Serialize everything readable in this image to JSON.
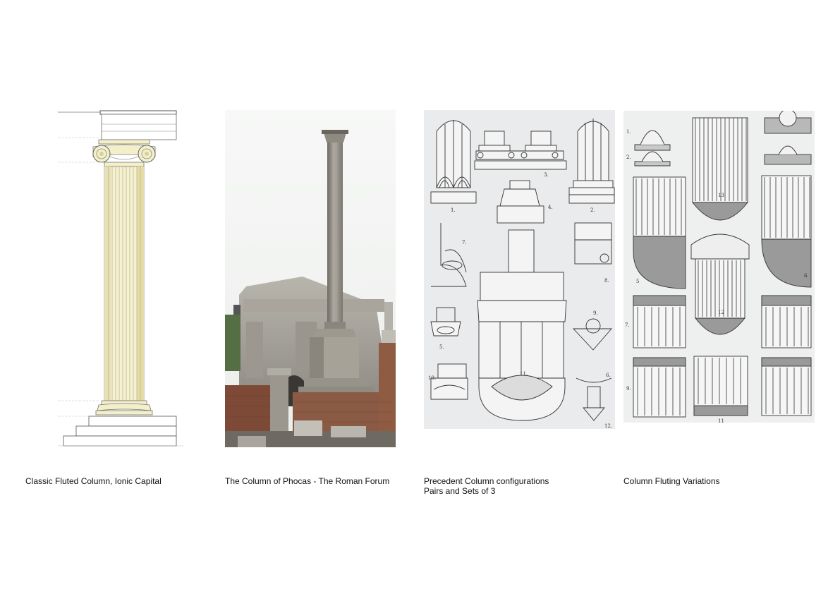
{
  "panels": [
    {
      "name": "ionic-column-drawing",
      "caption_lines": [
        "Classic Fluted Column, Ionic Capital"
      ]
    },
    {
      "name": "column-of-phocas-photo",
      "caption_lines": [
        "The Column of Phocas - The Roman Forum"
      ]
    },
    {
      "name": "precedent-column-configurations",
      "caption_lines": [
        "Precedent Column configurations",
        "Pairs and Sets of 3"
      ],
      "figure_numbers": [
        "1.",
        "3.",
        "2.",
        "4.",
        "7.",
        "11.",
        "8.",
        "5.",
        "9.",
        "10.",
        "6.",
        "12."
      ]
    },
    {
      "name": "column-fluting-variations",
      "caption_lines": [
        "Column Fluting Variations"
      ],
      "figure_numbers": [
        "1.",
        "2.",
        "13",
        "5",
        "6.",
        "7.",
        "12",
        "9.",
        "11"
      ]
    }
  ],
  "colors": {
    "column_cream": "#f3efc9",
    "column_shadow": "#d9d09a",
    "sky": "#f4f6f5",
    "stone": "#a9a59c",
    "brick": "#8a5a44",
    "ink": "#333333"
  }
}
